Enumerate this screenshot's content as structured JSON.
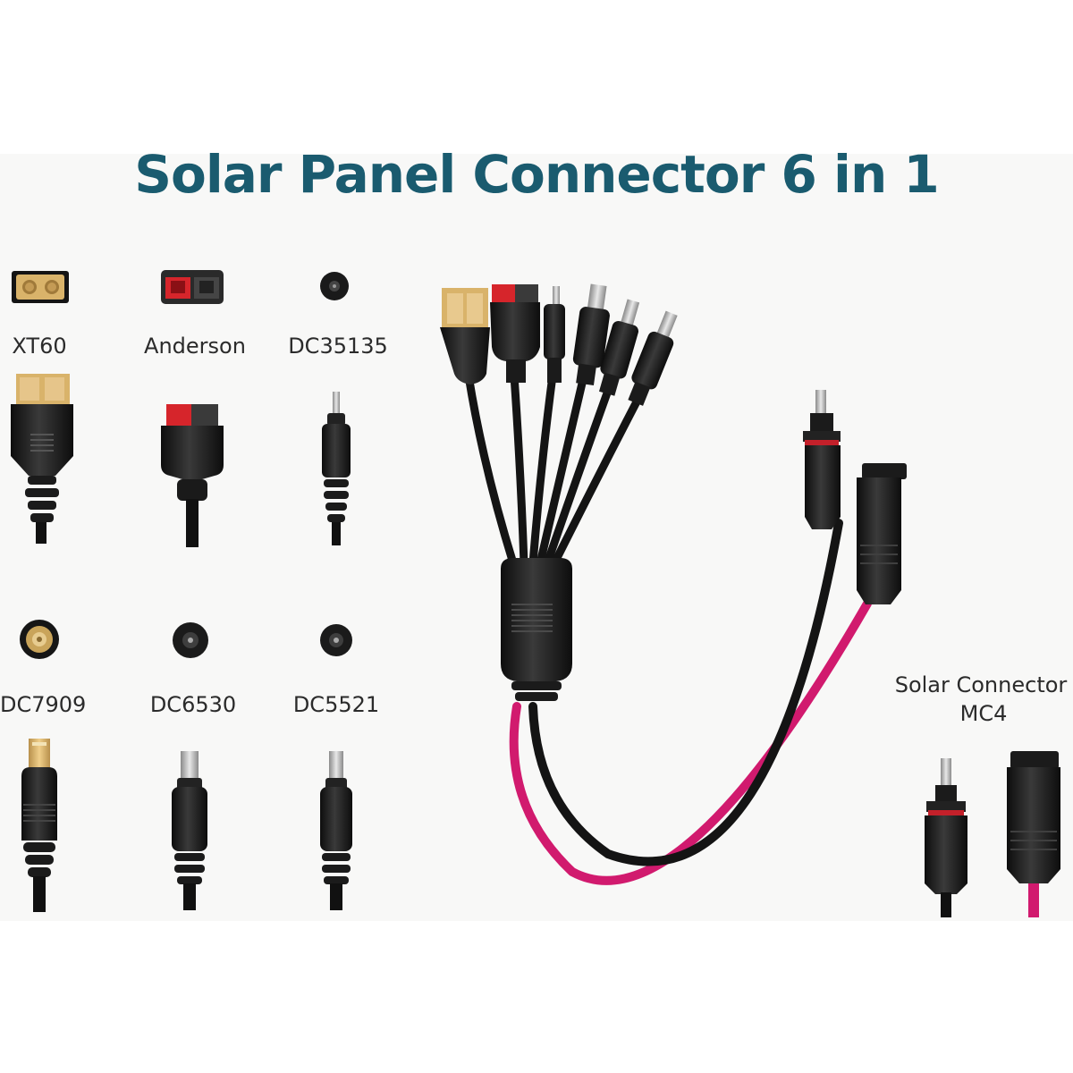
{
  "title": "Solar Panel Connector 6 in 1",
  "connectors": [
    {
      "label": "XT60"
    },
    {
      "label": "Anderson"
    },
    {
      "label": "DC35135"
    },
    {
      "label": "DC7909"
    },
    {
      "label": "DC6530"
    },
    {
      "label": "DC5521"
    }
  ],
  "solar": {
    "line1": "Solar Connector",
    "line2": "MC4"
  },
  "colors": {
    "title": "#1a5b6f",
    "cable_black": "#151515",
    "cable_pink": "#d11a6e",
    "xt60_yellow": "#d9b36a",
    "anderson_red": "#d6252b",
    "dc_brass": "#c9a45a"
  }
}
